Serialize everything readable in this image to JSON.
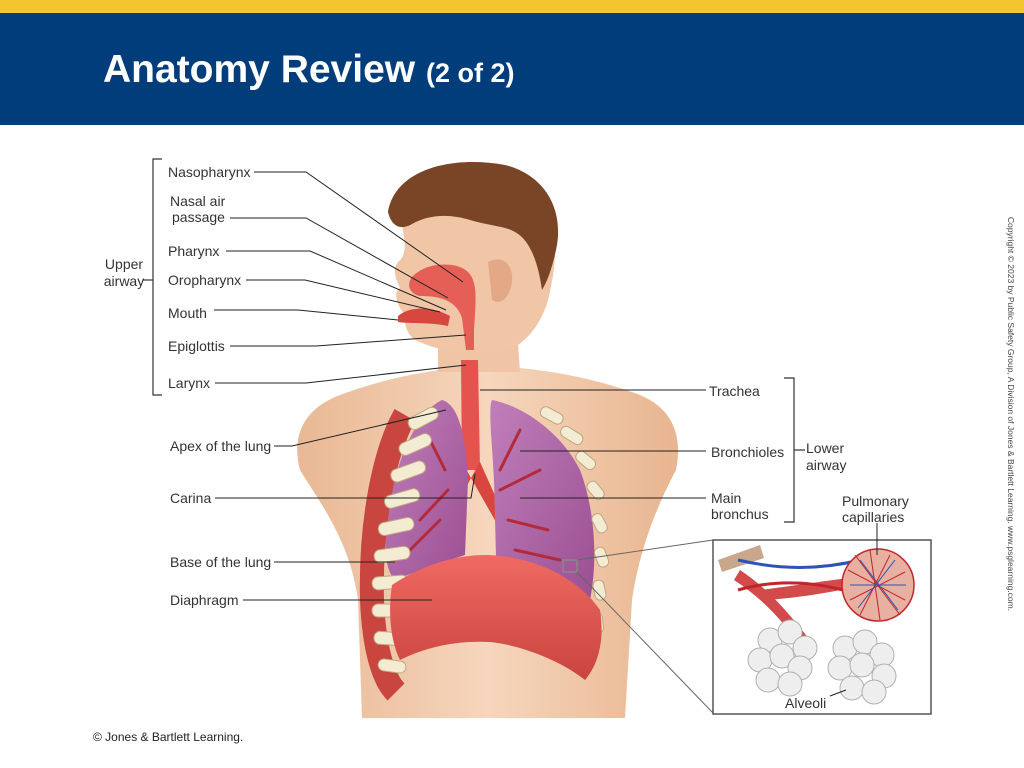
{
  "slide": {
    "title": "Anatomy Review",
    "title_suffix": "(2 of 2)",
    "footer": "© Jones & Bartlett Learning.",
    "copyright_vertical": "Copyright © 2023 by Public Safety Group, A Division of Jones & Bartlett Learning. www.psglearning.com."
  },
  "colors": {
    "top_stripe": "#f5c431",
    "header_bg": "#003d7a",
    "airway": "#e4534e",
    "lung": "#b066a6",
    "diaphragm": "#e45b54",
    "skin": "#f1c7a8",
    "hair": "#7a4426"
  },
  "groups": {
    "upper": [
      "Upper",
      "airway"
    ],
    "lower": [
      "Lower",
      "airway"
    ]
  },
  "labels": {
    "nasopharynx": "Nasopharynx",
    "nasal_air": [
      "Nasal air",
      "passage"
    ],
    "pharynx": "Pharynx",
    "oropharynx": "Oropharynx",
    "mouth": "Mouth",
    "epiglottis": "Epiglottis",
    "larynx": "Larynx",
    "apex": "Apex of the lung",
    "carina": "Carina",
    "base": "Base of the lung",
    "diaphragm": "Diaphragm",
    "trachea": "Trachea",
    "bronchioles": "Bronchioles",
    "main_bronchus": [
      "Main",
      "bronchus"
    ],
    "pulmonary_capillaries": [
      "Pulmonary",
      "capillaries"
    ],
    "alveoli": "Alveoli"
  }
}
